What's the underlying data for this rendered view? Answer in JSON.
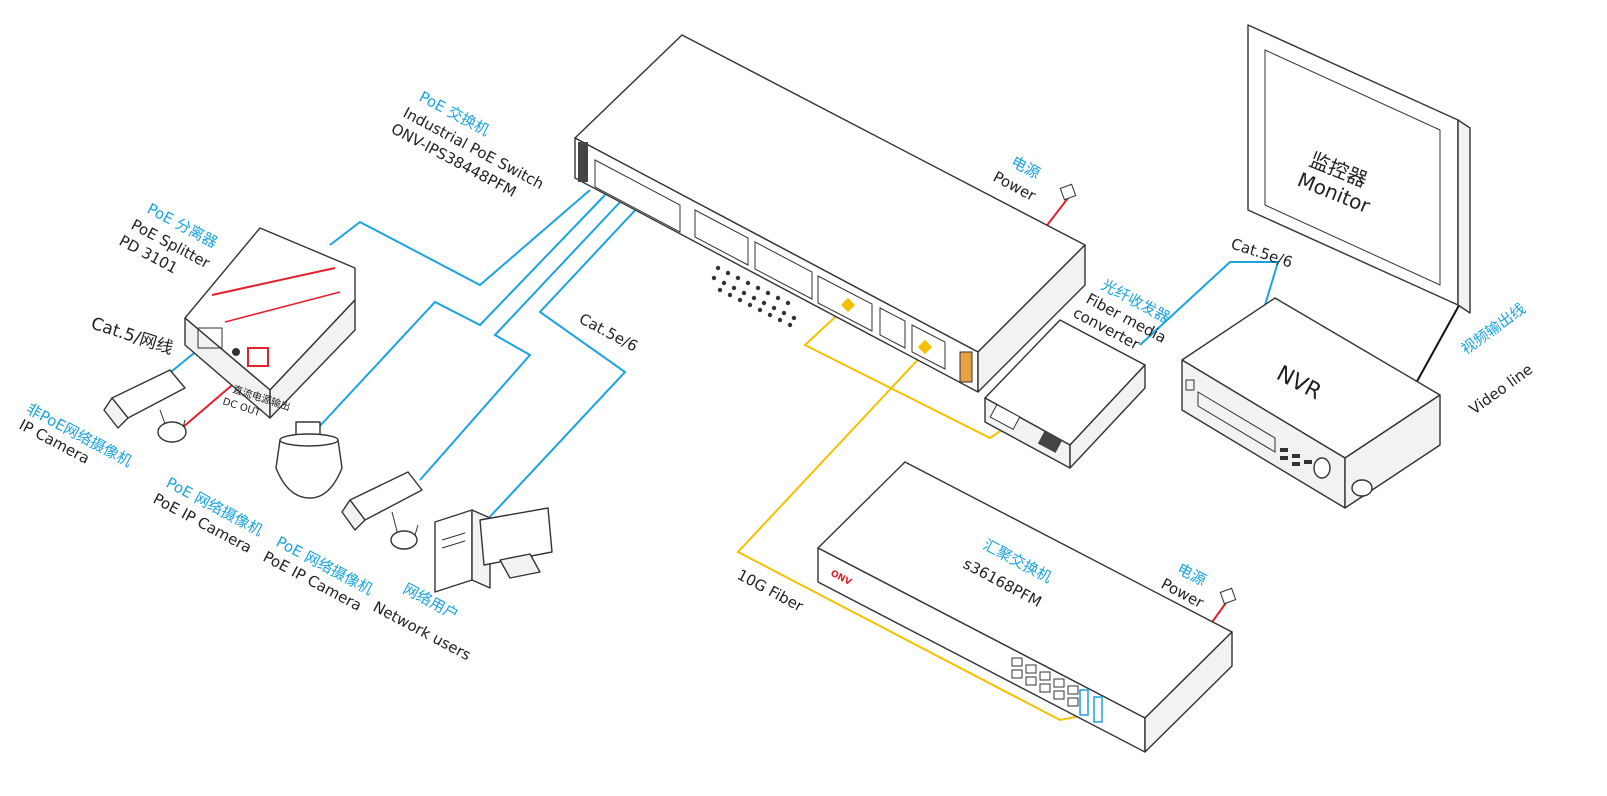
{
  "colors": {
    "ethernet": "#1aa3e0",
    "fiber": "#f5c000",
    "power": "#e4202a",
    "video": "#111111",
    "label_cn": "#1aa3e0",
    "label_en": "#222222"
  },
  "switch": {
    "cn": "PoE 交换机",
    "en": "Industrial PoE  Switch",
    "model": "ONV-IPS38448PFM"
  },
  "splitter": {
    "cn": "PoE 分离器",
    "en": "PoE Splitter",
    "model": "PD 3101"
  },
  "cat5": "Cat.5/网线",
  "dcout": {
    "cn": "直流电源输出",
    "en": "DC OUT"
  },
  "ip_camera": {
    "cn": "非PoE网络摄像机",
    "en": "IP Camera"
  },
  "poe_cam1": {
    "cn": "PoE 网络摄像机",
    "en": "PoE IP Camera"
  },
  "poe_cam2": {
    "cn": "PoE 网络摄像机",
    "en": "PoE IP Camera"
  },
  "network_users": {
    "cn": "网络用户",
    "en": "Network users"
  },
  "cat5e_left": "Cat.5e/6",
  "power_top": {
    "cn": "电源",
    "en": "Power"
  },
  "fiber_converter": {
    "cn": "光纤收发器",
    "en1": "Fiber media",
    "en2": "converter"
  },
  "cat5e_right": "Cat.5e/6",
  "monitor": {
    "cn": "监控器",
    "en": "Monitor"
  },
  "nvr": "NVR",
  "video_line": {
    "cn": "视频输出线",
    "en": "Video line"
  },
  "agg_switch": {
    "cn": "汇聚交换机",
    "model": "s36168PFM",
    "brand": "ONV"
  },
  "power_bottom": {
    "cn": "电源",
    "en": "Power"
  },
  "fiber_10g": "10G Fiber"
}
